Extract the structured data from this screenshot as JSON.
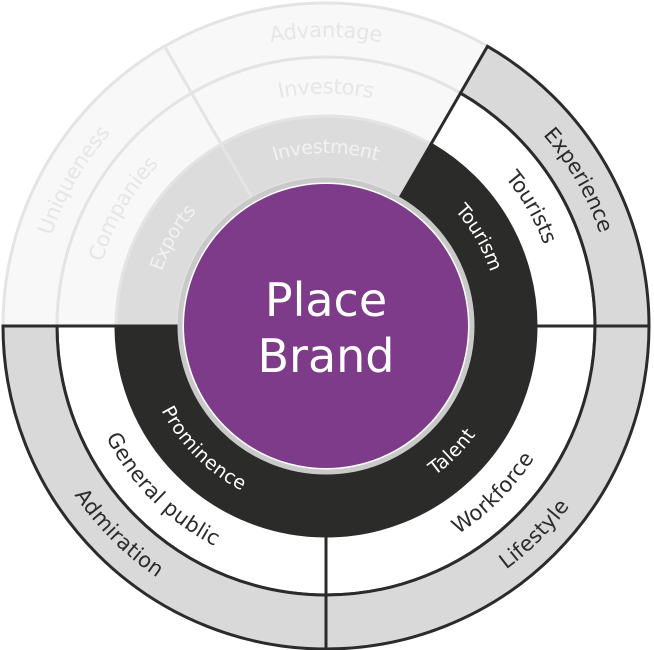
{
  "center": {
    "line1": "Place",
    "line2": "Brand"
  },
  "colors": {
    "purple": "#7e3b8a",
    "dark": "#2b2b2a",
    "active_outer": "#d9d9d9",
    "active_middle": "#ffffff",
    "faded_inner": "#dcdcdc",
    "faded_light": "#f8f8f8",
    "faded_stroke": "#e4e4e4",
    "faded_text": "#e6e6e6"
  },
  "segments": {
    "inner": [
      {
        "label": "Investment",
        "active": false
      },
      {
        "label": "Exports",
        "active": false
      },
      {
        "label": "Tourism",
        "active": true
      },
      {
        "label": "Talent",
        "active": true
      },
      {
        "label": "Prominence",
        "active": true
      }
    ],
    "middle": [
      {
        "label": "Investors",
        "active": false
      },
      {
        "label": "Companies",
        "active": false
      },
      {
        "label": "Tourists",
        "active": true
      },
      {
        "label": "Workforce",
        "active": true
      },
      {
        "label": "General public",
        "active": true
      }
    ],
    "outer": [
      {
        "label": "Advantage",
        "active": false
      },
      {
        "label": "Uniqueness",
        "active": false
      },
      {
        "label": "Experience",
        "active": true
      },
      {
        "label": "Lifestyle",
        "active": true
      },
      {
        "label": "Admiration",
        "active": true
      }
    ]
  }
}
